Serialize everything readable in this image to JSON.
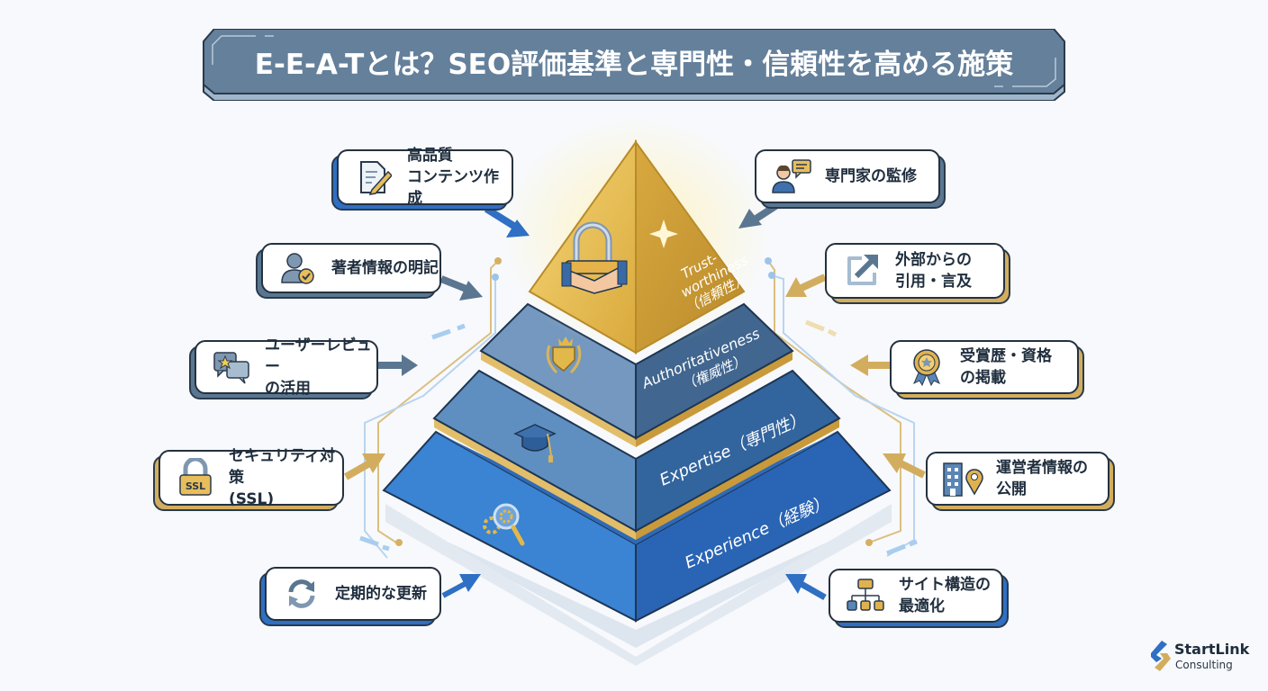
{
  "title": "E-E-A-Tとは？SEO評価基準と専門性・信頼性を高める施策",
  "pyramid": {
    "levels": [
      {
        "id": "trust",
        "label_line1": "Trust-",
        "label_line2": "worthiness",
        "label_line3": "（信頼性）",
        "icon": "handshake-lock-icon",
        "color": "#e0b545"
      },
      {
        "id": "authority",
        "label_line1": "Authoritativeness",
        "label_line2": "（権威性）",
        "icon": "shield-laurel-icon",
        "color": "#5d86b0"
      },
      {
        "id": "expertise",
        "label_line1": "Expertise（専門性）",
        "icon": "graduation-cap-icon",
        "color": "#3f73ad"
      },
      {
        "id": "experience",
        "label_line1": "Experience（経験）",
        "icon": "magnifier-gears-icon",
        "color": "#2f73c6"
      }
    ]
  },
  "callouts": {
    "left": [
      {
        "label": "高品質\nコンテンツ作成",
        "icon": "document-pencil-icon"
      },
      {
        "label": "著者情報の明記",
        "icon": "user-check-icon"
      },
      {
        "label": "ユーザーレビュー\nの活用",
        "icon": "review-star-icon"
      },
      {
        "label": "セキュリティ対策\n(SSL)",
        "icon": "ssl-lock-icon",
        "icon_text": "SSL"
      },
      {
        "label": "定期的な更新",
        "icon": "refresh-icon"
      }
    ],
    "right": [
      {
        "label": "専門家の監修",
        "icon": "expert-chat-icon"
      },
      {
        "label": "外部からの\n引用・言及",
        "icon": "external-link-icon"
      },
      {
        "label": "受賞歴・資格\nの掲載",
        "icon": "award-badge-icon"
      },
      {
        "label": "運営者情報の\n公開",
        "icon": "building-location-icon"
      },
      {
        "label": "サイト構造の\n最適化",
        "icon": "site-structure-icon"
      }
    ]
  },
  "logo": {
    "name": "StartLink",
    "sub": "Consulting"
  },
  "colors": {
    "title_bg": "#64809b",
    "blue": "#2f6fc4",
    "slate": "#5a7690",
    "gold": "#d3ad5e",
    "dark": "#24313f"
  }
}
